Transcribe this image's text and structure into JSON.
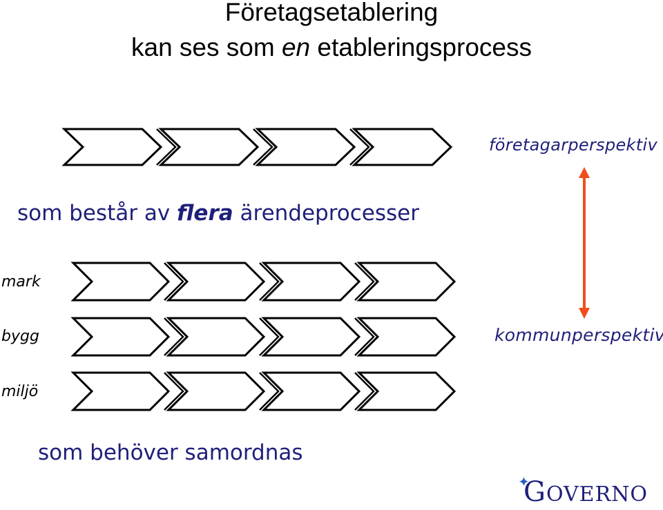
{
  "title": {
    "line1": "Företagsetablering",
    "line2_before": "kan ses som ",
    "line2_em": "en",
    "line2_after": " etableringsprocess"
  },
  "perspective": {
    "top": "företagarperspektiv",
    "bottom": "kommunperspektiv",
    "arrow_color": "#F04E1C"
  },
  "middle": {
    "before": "som består av ",
    "emphasis": "flera",
    "after": " ärendeprocesser"
  },
  "rows": [
    {
      "label": ""
    },
    {
      "label": "mark"
    },
    {
      "label": "bygg"
    },
    {
      "label": "miljö"
    }
  ],
  "bottom_text": "som behöver samordnas",
  "logo": {
    "first_letter": "G",
    "rest": "OVERNO",
    "star": "✦"
  },
  "colors": {
    "text_blue": "#1F1F7A",
    "chevron_stroke": "#000000",
    "arrow": "#F04E1C"
  }
}
